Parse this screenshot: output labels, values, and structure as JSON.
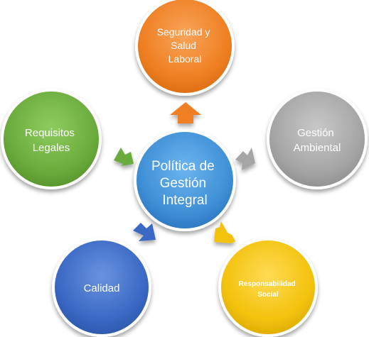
{
  "diagram": {
    "center": {
      "lines": [
        "Política de",
        "Gestión",
        "Integral"
      ],
      "color": "#3f8fd6"
    },
    "nodes": [
      {
        "id": "seguridad",
        "lines": [
          "Seguridad y",
          "Salud",
          "Laboral"
        ],
        "color": "#ef7f22"
      },
      {
        "id": "ambiental",
        "lines": [
          "Gestión",
          "Ambiental"
        ],
        "color": "#a5a5a5"
      },
      {
        "id": "social",
        "lines": [
          "Responsabilidad",
          "Social"
        ],
        "color": "#f3c20d"
      },
      {
        "id": "calidad",
        "lines": [
          "Calidad"
        ],
        "color": "#3a68c4"
      },
      {
        "id": "legales",
        "lines": [
          "Requisitos",
          "Legales"
        ],
        "color": "#6aab3c"
      }
    ]
  }
}
